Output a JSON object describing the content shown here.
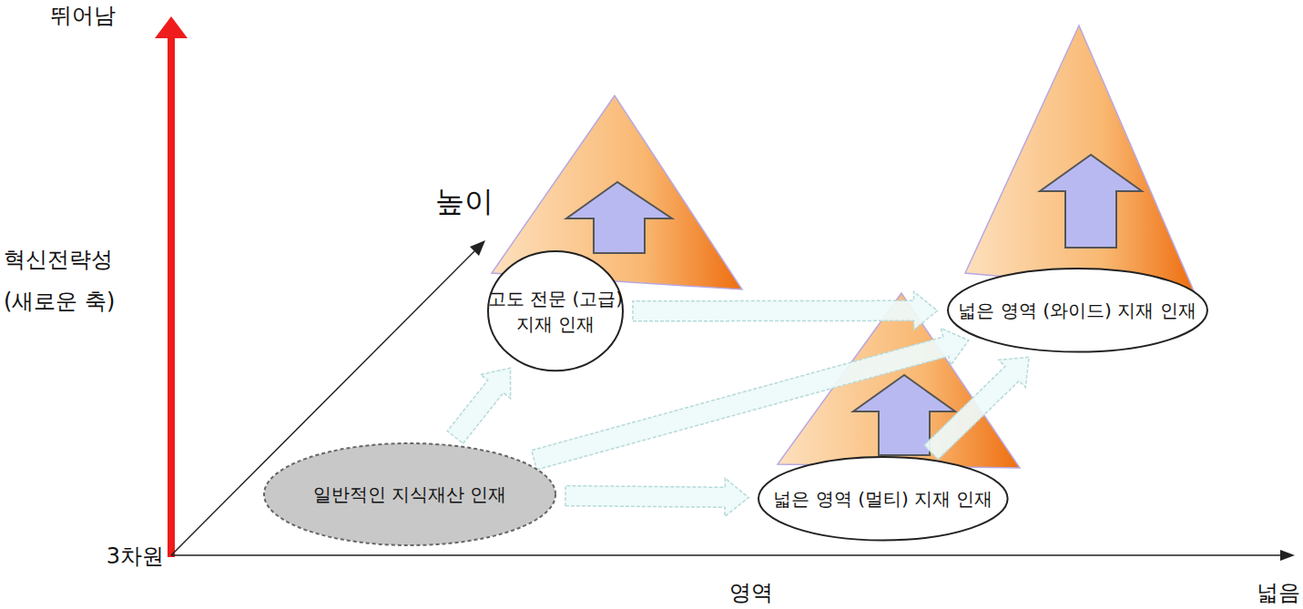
{
  "diagram": {
    "nodes": [
      {
        "text": [
          "고도 전문 (고급) 지재 인재"
        ]
      },
      {
        "text": [
          "넓은 영역 (와이드) 지재 인재"
        ]
      },
      {
        "text": [
          "넓은 영역 (멀티) 지재 인재"
        ]
      },
      {
        "text": [
          "일반적인 지식재산 인재"
        ]
      }
    ],
    "edges": [
      {
        "from": 3,
        "to": 0,
        "arrow": "to"
      },
      {
        "from": 3,
        "to": 2,
        "arrow": "to"
      },
      {
        "from": 3,
        "to": 1,
        "arrow": "to"
      },
      {
        "from": 0,
        "to": 1,
        "arrow": "to"
      },
      {
        "from": 2,
        "to": 1,
        "arrow": "to"
      }
    ],
    "labels": [
      "뛰어남",
      "혁신전략성 (새로운 축)",
      "3차원",
      "높이",
      "영역",
      "넓음"
    ]
  }
}
